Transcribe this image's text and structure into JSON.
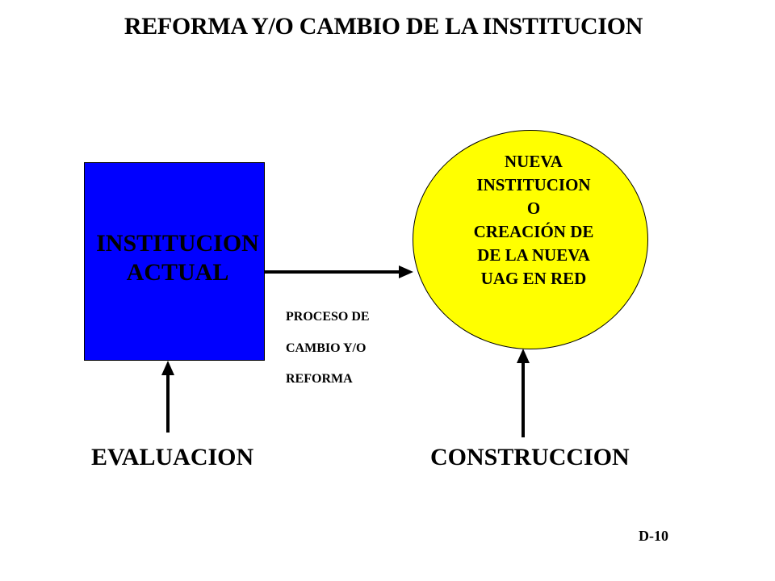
{
  "title": "REFORMA Y/O CAMBIO DE LA INSTITUCION",
  "current_institution": {
    "lines": [
      "INSTITUCION",
      "ACTUAL"
    ],
    "color": "#0000ff"
  },
  "new_institution": {
    "lines": [
      "NUEVA",
      "INSTITUCION",
      "O",
      "CREACIÓN DE",
      "DE LA NUEVA",
      "UAG EN RED"
    ],
    "color": "#ffff00"
  },
  "process_label": {
    "lines": [
      "PROCESO DE",
      "CAMBIO Y/O",
      "REFORMA"
    ]
  },
  "evaluation_label": "EVALUACION",
  "construction_label": "CONSTRUCCION",
  "page_number": "D-10"
}
